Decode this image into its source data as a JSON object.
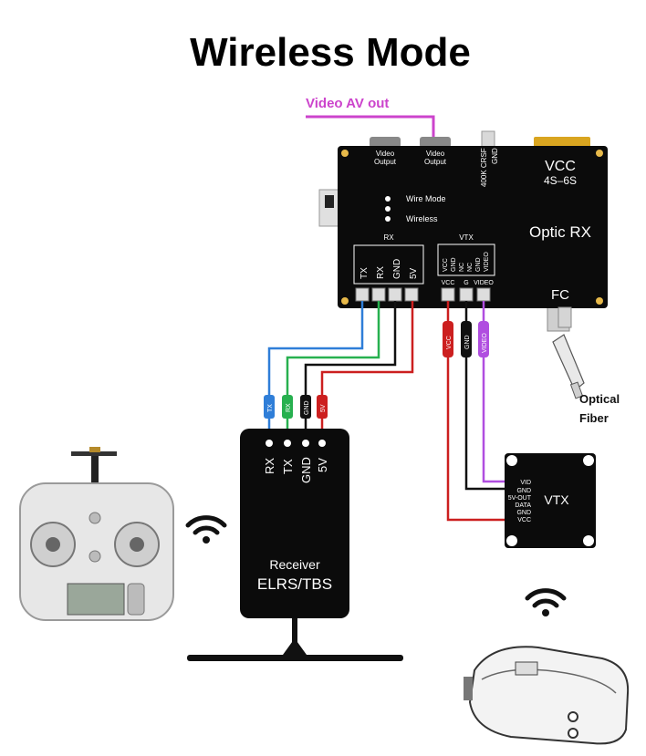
{
  "title": "Wireless Mode",
  "video_av_out": "Video AV out",
  "board": {
    "video_output_1": [
      "Video",
      "Output"
    ],
    "video_output_2": [
      "Video",
      "Output"
    ],
    "crsf_label": "400K CRSF",
    "gnd_label": "GND",
    "vcc": "VCC",
    "voltage": "4S–6S",
    "name": "Optic RX",
    "fc": "FC",
    "mode_wire": "Wire Mode",
    "mode_wireless": "Wireless",
    "rx_header": "RX",
    "rx_pins": [
      "TX",
      "RX",
      "GND",
      "5V"
    ],
    "vtx_header": "VTX",
    "vtx_pins": [
      "VCC",
      "GND",
      "NC",
      "NC",
      "GND",
      "VIDEO"
    ],
    "vtx_pads": [
      "VCC",
      "G",
      "VIDEO"
    ]
  },
  "rx_wire_tags": [
    "TX",
    "RX",
    "GND",
    "5V"
  ],
  "vtx_wire_tags": [
    "VCC",
    "GND",
    "VIDEO"
  ],
  "receiver": {
    "pins": [
      "RX",
      "TX",
      "GND",
      "5V"
    ],
    "name": "Receiver",
    "protocol": "ELRS/TBS"
  },
  "vtx_module": {
    "name": "VTX",
    "pins": [
      "VID",
      "GND",
      "5V-OUT",
      "DATA",
      "GND",
      "VCC"
    ]
  },
  "optical_fiber": [
    "Optical",
    "Fiber"
  ],
  "colors": {
    "magenta": "#cc44cc",
    "blue": "#2f7ed8",
    "green": "#27b04f",
    "black": "#111111",
    "red": "#cc1f1f",
    "purple": "#b04ee0"
  }
}
